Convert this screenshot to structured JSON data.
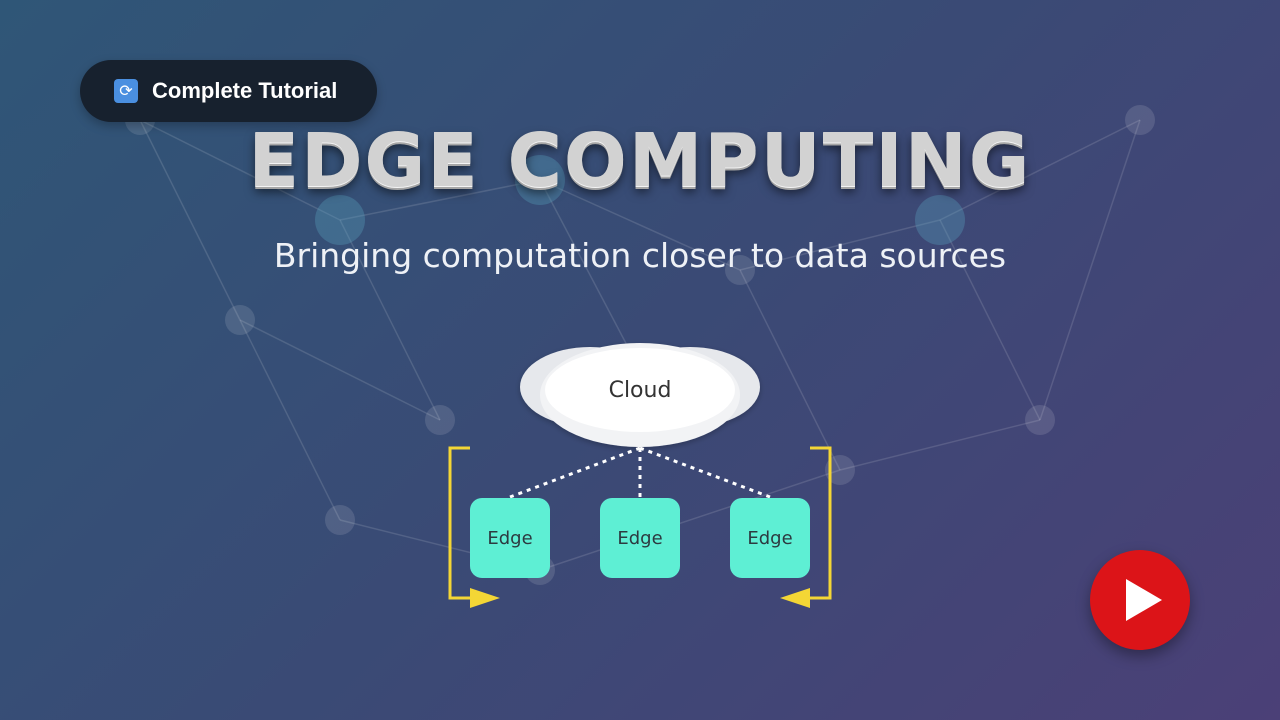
{
  "badge": {
    "label": "Complete Tutorial",
    "icon": "refresh-icon",
    "icon_glyph": "🔄"
  },
  "title": "EDGE COMPUTING",
  "subtitle": "Bringing computation closer to data sources",
  "diagram": {
    "cloud_label": "Cloud",
    "edge_nodes": [
      "Edge",
      "Edge",
      "Edge"
    ]
  },
  "play_button": {
    "icon": "play-icon"
  },
  "colors": {
    "edge_node": "#5eefd4",
    "arrow": "#f4d635",
    "play": "#dc1418",
    "badge_bg": "#17212e"
  }
}
